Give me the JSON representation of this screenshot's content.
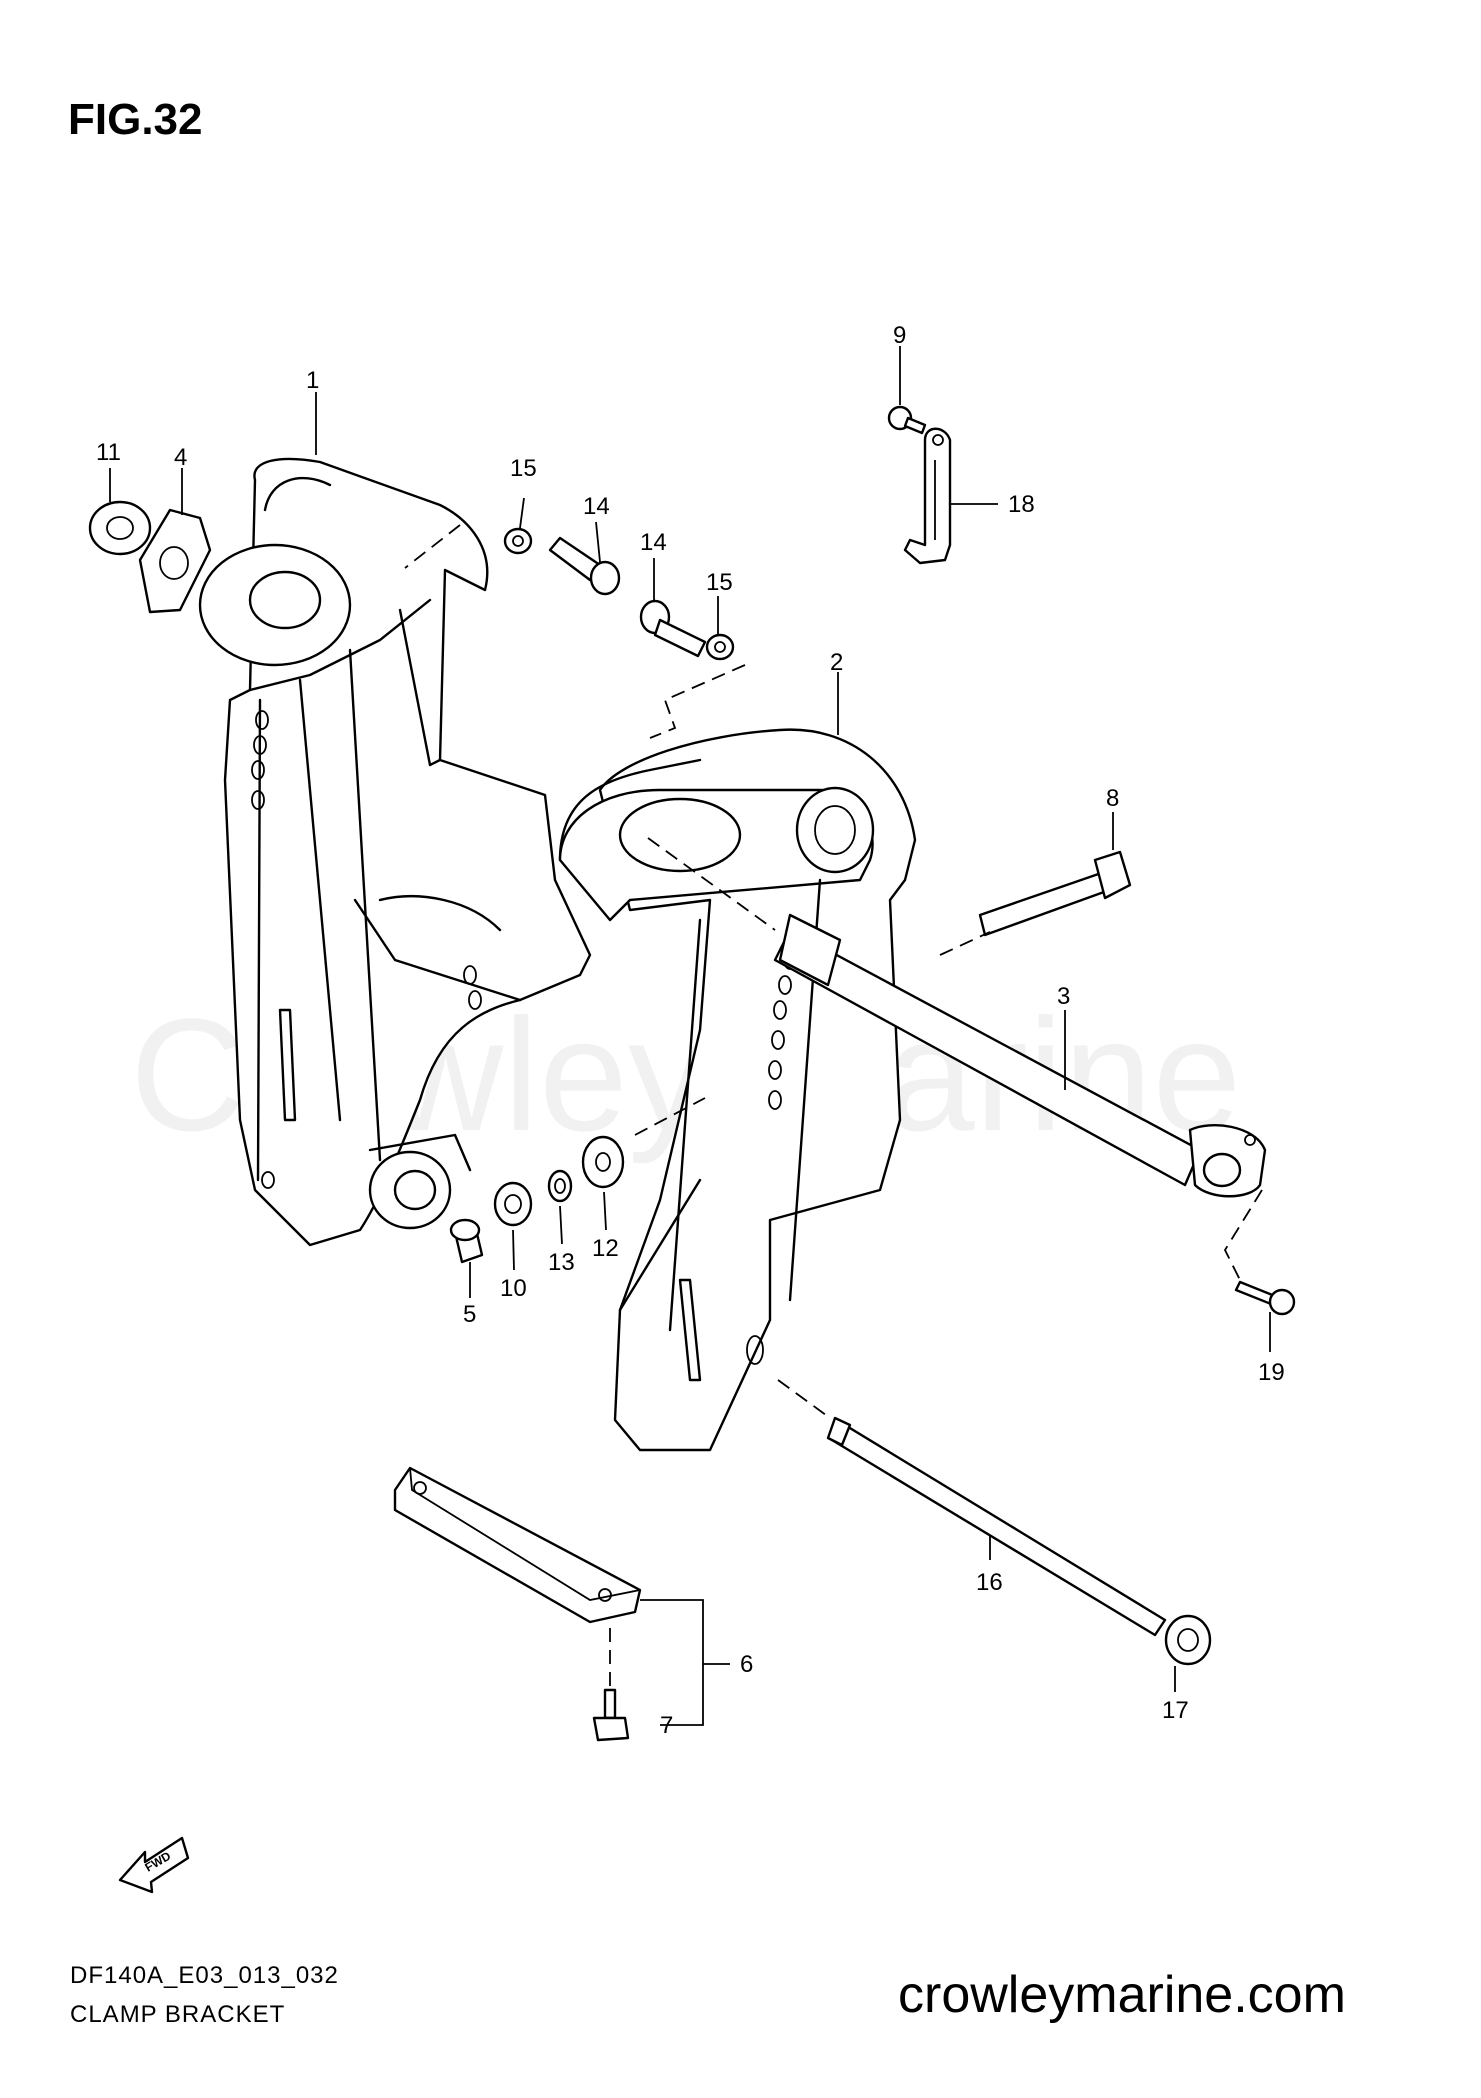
{
  "figure": {
    "title": "FIG.32",
    "code": "DF140A_E03_013_032",
    "caption": "CLAMP BRACKET"
  },
  "watermark": "Crowley Marine",
  "website": "crowleymarine.com",
  "fwd_label": "FWD",
  "callouts": {
    "c1": "1",
    "c2": "2",
    "c3": "3",
    "c4": "4",
    "c5": "5",
    "c6": "6",
    "c7": "7",
    "c8": "8",
    "c9": "9",
    "c10": "10",
    "c11": "11",
    "c12": "12",
    "c13": "13",
    "c14a": "14",
    "c14b": "14",
    "c15a": "15",
    "c15b": "15",
    "c16": "16",
    "c17": "17",
    "c18": "18",
    "c19": "19"
  }
}
